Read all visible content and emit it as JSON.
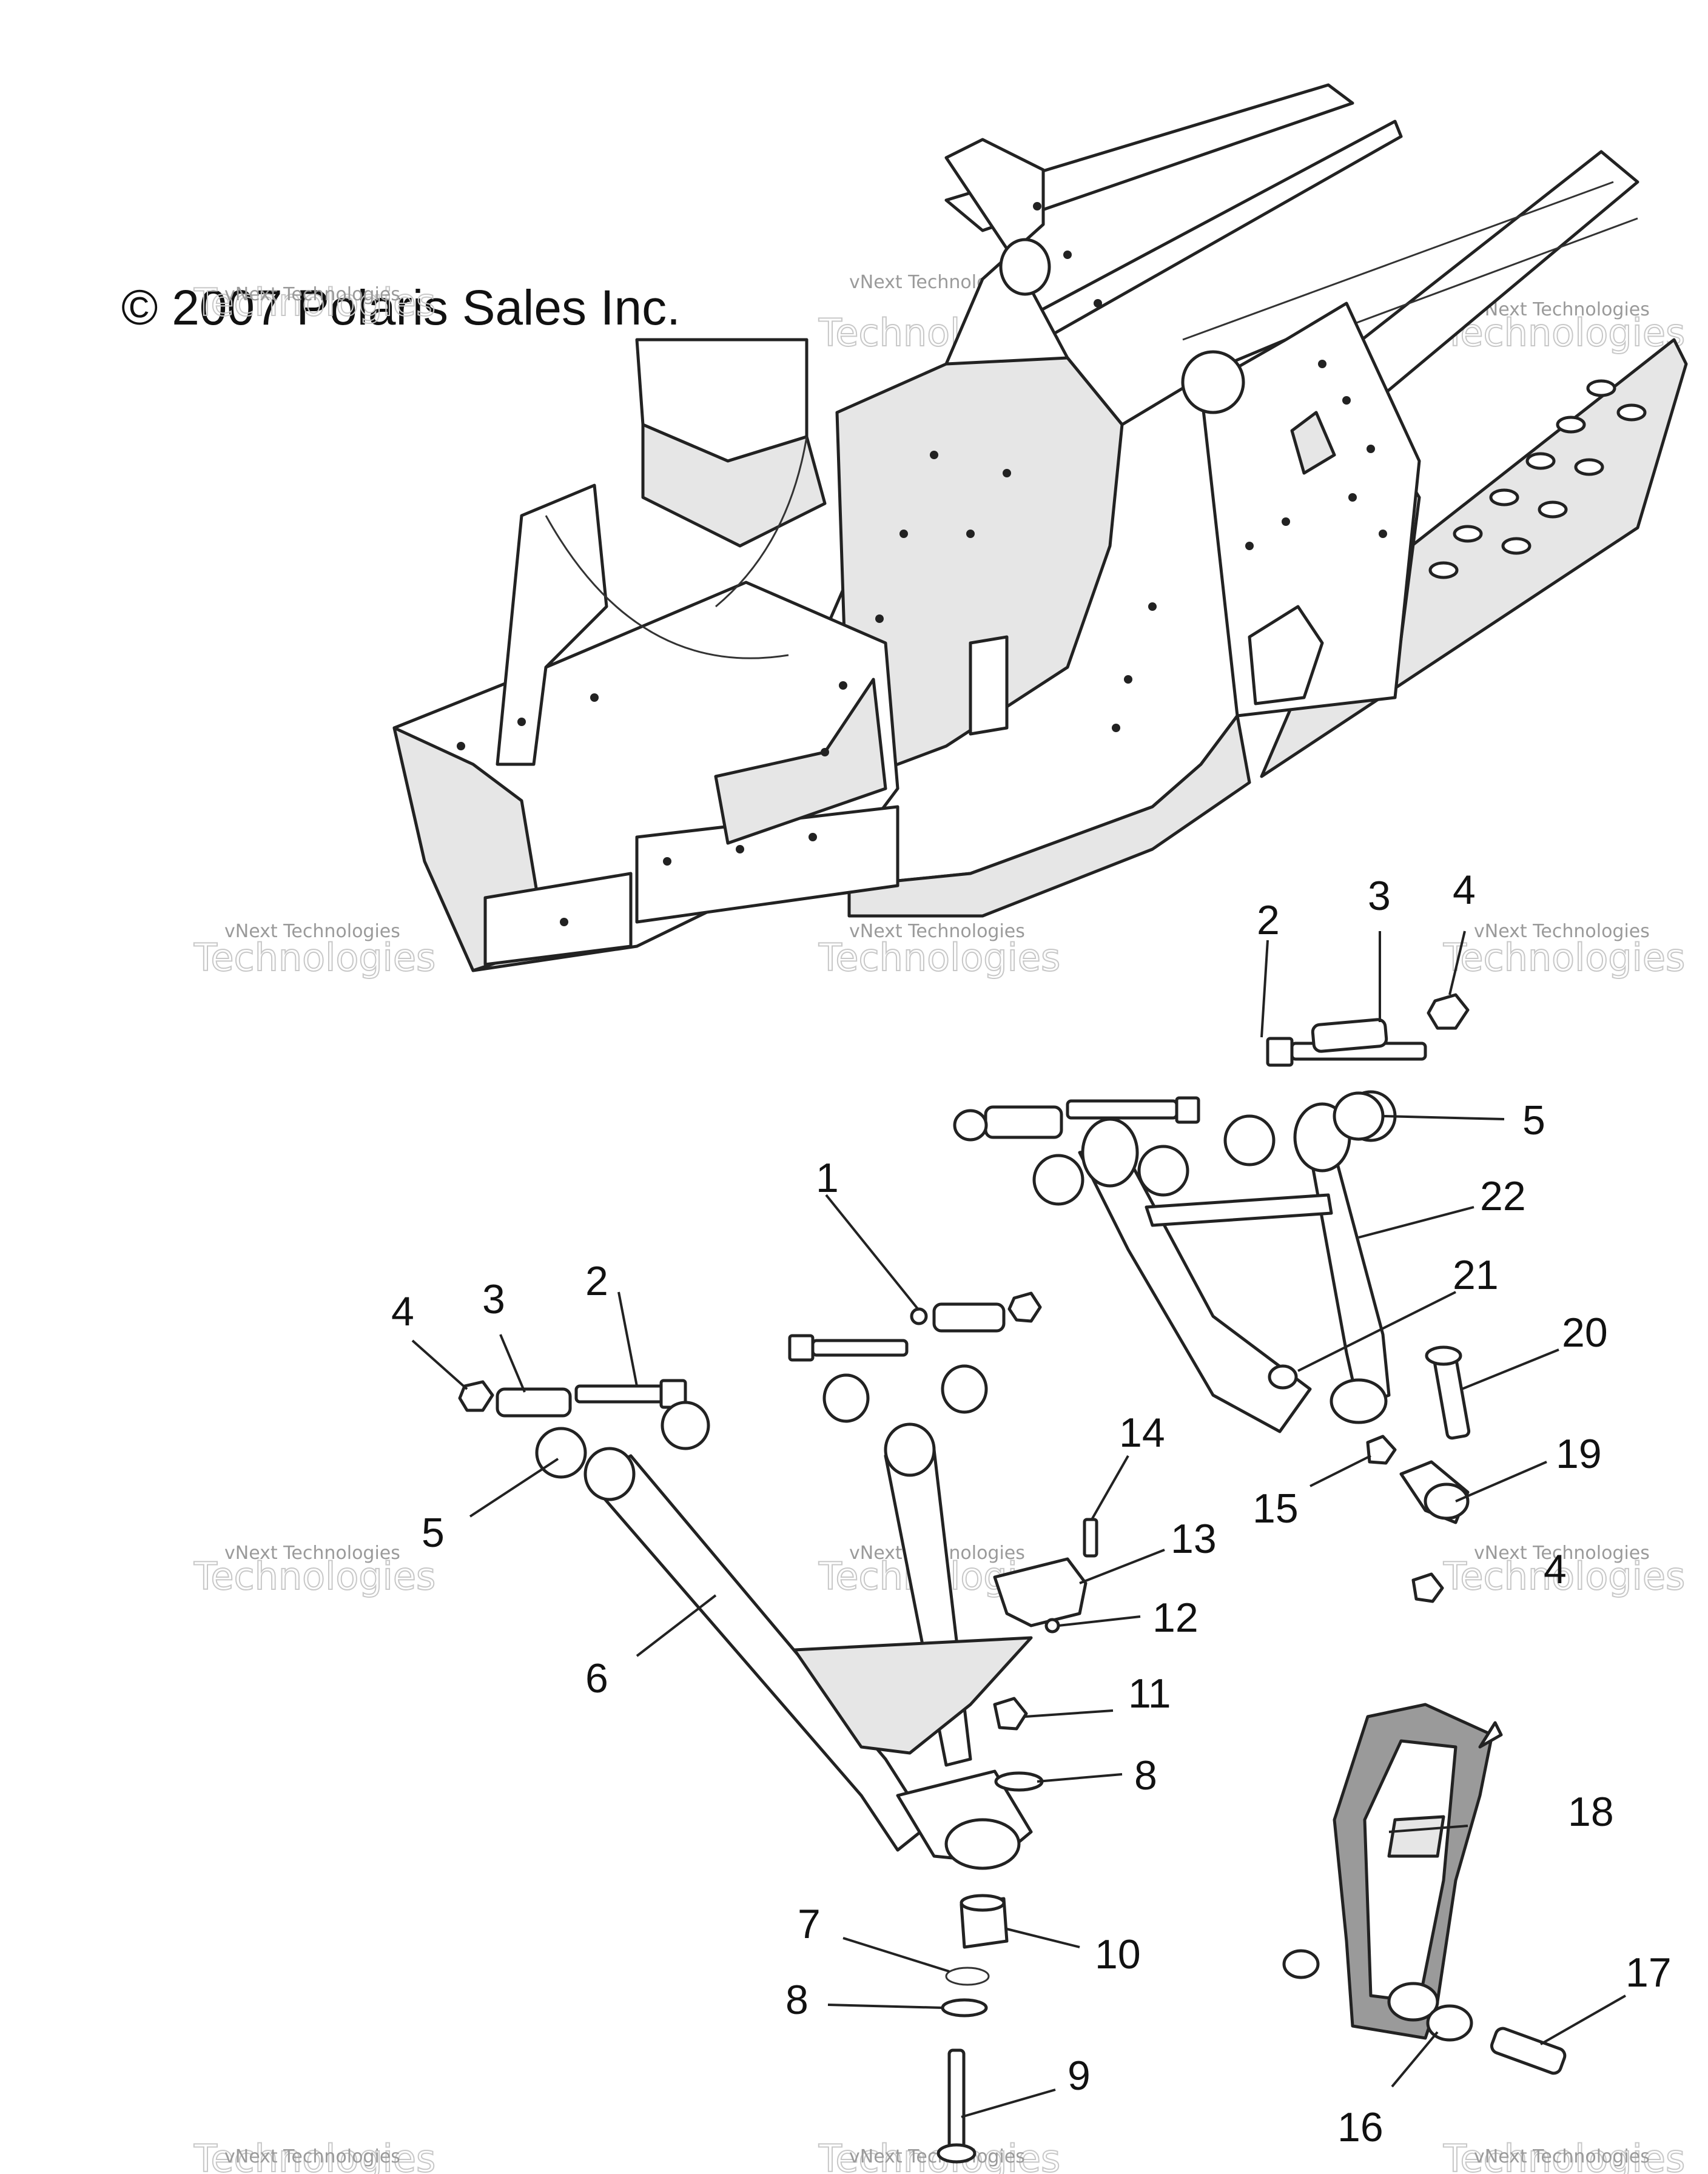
{
  "copyright": "© 2007 Polaris Sales Inc.",
  "watermark": {
    "line1": "vNext Technologies",
    "line2": "Technologies",
    "top": "vNext"
  },
  "labels": {
    "l1a": "1",
    "l1b": "2",
    "l1c": "3",
    "l1d": "4",
    "l1e": "2",
    "l1f": "3",
    "l1g": "4",
    "l5a": "5",
    "l5b": "5",
    "l6": "6",
    "l7": "7",
    "l8a": "8",
    "l8b": "8",
    "l9": "9",
    "l10": "10",
    "l11": "11",
    "l12": "12",
    "l13": "13",
    "l14": "14",
    "l15": "15",
    "l16": "16",
    "l17": "17",
    "l18": "18",
    "l19": "19",
    "l20": "20",
    "l21": "21",
    "l22": "22",
    "l4b": "4"
  }
}
